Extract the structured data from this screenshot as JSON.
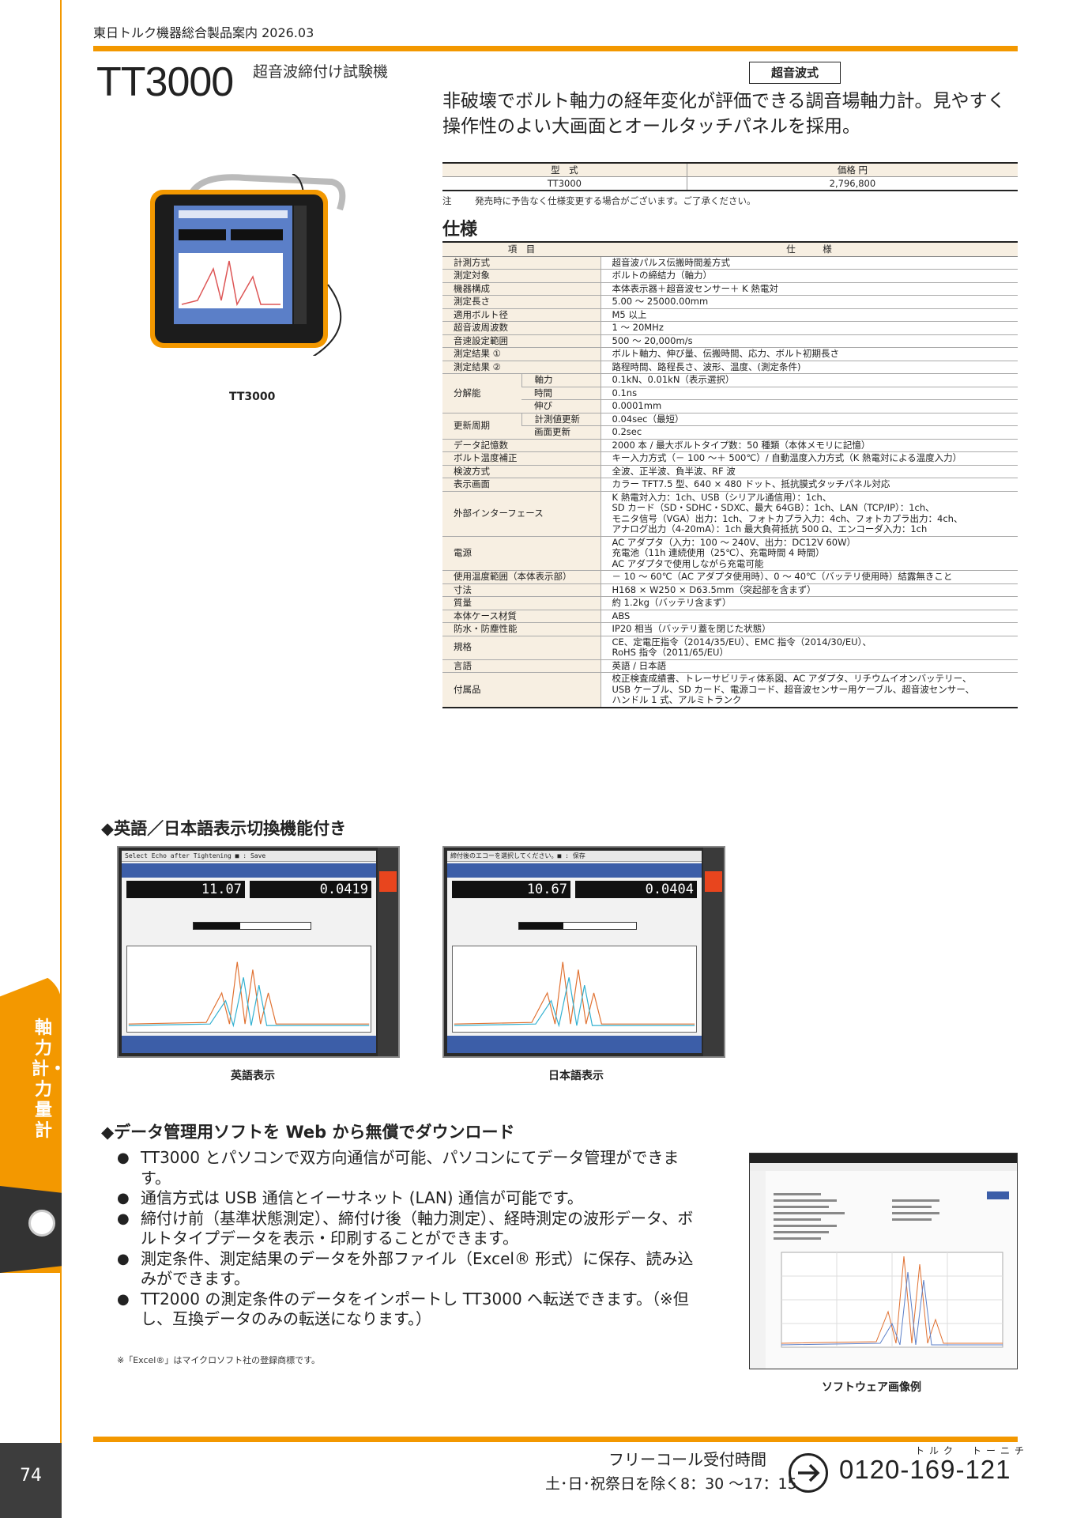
{
  "header": {
    "catalog": "東日トルク機器総合製品案内 2026.03"
  },
  "product": {
    "title": "TT3000",
    "subtitle": "超音波締付け試験機",
    "badge": "超音波式",
    "lead": "非破壊でボルト軸力の経年変化が評価できる調音場軸力計。見やすく操作性のよい大画面とオールタッチパネルを採用。",
    "image_label": "TT3000"
  },
  "price_table": {
    "headers": [
      "型　式",
      "価格 円"
    ],
    "rows": [
      [
        "TT3000",
        "2,796,800"
      ]
    ],
    "note_mark": "注",
    "note": "発売時に予告なく仕様変更する場合がございます。ご了承ください。"
  },
  "spec": {
    "title": "仕様",
    "headers": [
      "項　目",
      "仕　　　様"
    ],
    "rows": [
      {
        "k": "計測方式",
        "v": "超音波パルス伝搬時間差方式"
      },
      {
        "k": "測定対象",
        "v": "ボルトの締結力（軸力）"
      },
      {
        "k": "機器構成",
        "v": "本体表示器＋超音波センサー＋ K 熱電対"
      },
      {
        "k": "測定長さ",
        "v": "5.00 ～ 25000.00mm"
      },
      {
        "k": "適用ボルト径",
        "v": "M5 以上"
      },
      {
        "k": "超音波周波数",
        "v": "1 ～ 20MHz"
      },
      {
        "k": "音速設定範囲",
        "v": "500 ～ 20,000m/s"
      },
      {
        "k": "測定結果 ①",
        "v": "ボルト軸力、伸び量、伝搬時間、応力、ボルト初期長さ"
      },
      {
        "k": "測定結果 ②",
        "v": "路程時間、路程長さ、波形、温度、(測定条件)"
      }
    ],
    "group1": {
      "k": "分解能",
      "rows": [
        {
          "k": "軸力",
          "v": "0.1kN、0.01kN（表示選択）"
        },
        {
          "k": "時間",
          "v": "0.1ns"
        },
        {
          "k": "伸び",
          "v": "0.0001mm"
        }
      ]
    },
    "group2": {
      "k": "更新周期",
      "rows": [
        {
          "k": "計測値更新",
          "v": "0.04sec（最短）"
        },
        {
          "k": "画面更新",
          "v": "0.2sec"
        }
      ]
    },
    "rows2": [
      {
        "k": "データ記憶数",
        "v": "2000 本 / 最大ボルトタイプ数：50 種類（本体メモリに記憶）"
      },
      {
        "k": "ボルト温度補正",
        "v": "キー入力方式（－ 100 ～＋ 500℃）/ 自動温度入力方式（K 熱電対による温度入力）"
      },
      {
        "k": "検波方式",
        "v": "全波、正半波、負半波、RF 波"
      },
      {
        "k": "表示画面",
        "v": "カラー TFT7.5 型、640 × 480 ドット、抵抗膜式タッチパネル対応"
      }
    ],
    "ext": {
      "k": "外部インターフェース",
      "lines": [
        "K 熱電対入力：1ch、USB（シリアル通信用）：1ch、",
        "SD カード（SD・SDHC・SDXC、最大 64GB）：1ch、LAN（TCP/IP）：1ch、",
        "モニタ信号（VGA）出力：1ch、フォトカプラ入力：4ch、フォトカプラ出力：4ch、",
        "アナログ出力（4-20mA）：1ch 最大負荷抵抗 500 Ω、エンコーダ入力：1ch"
      ]
    },
    "power": {
      "k": "電源",
      "lines": [
        "AC アダプタ（入力：100 ～ 240V、出力：DC12V 60W）",
        "充電池（11h 連続使用（25℃）、充電時間 4 時間）",
        "AC アダプタで使用しながら充電可能"
      ]
    },
    "rows3": [
      {
        "k": "使用温度範囲（本体表示部）",
        "v": "－ 10 ～ 60℃（AC アダプタ使用時）、0 ～ 40℃（バッテリ使用時）結露無きこと"
      },
      {
        "k": "寸法",
        "v": "H168 × W250 × D63.5mm（突起部を含まず）"
      },
      {
        "k": "質量",
        "v": "約 1.2kg（バッテリ含まず）"
      },
      {
        "k": "本体ケース材質",
        "v": "ABS"
      },
      {
        "k": "防水・防塵性能",
        "v": "IP20 相当（バッテリ蓋を閉じた状態）"
      }
    ],
    "std": {
      "k": "規格",
      "lines": [
        "CE、定電圧指令（2014/35/EU）、EMC 指令（2014/30/EU）、",
        "RoHS 指令（2011/65/EU）"
      ]
    },
    "lang": {
      "k": "言語",
      "v": "英語 / 日本語"
    },
    "acc": {
      "k": "付属品",
      "lines": [
        "校正検査成績書、トレーサビリティ体系図、AC アダプタ、リチウムイオンバッテリー、",
        "USB ケーブル、SD カード、電源コード、超音波センサー用ケーブル、超音波センサー、",
        "ハンドル 1 式、アルミトランク"
      ]
    }
  },
  "section_lang": {
    "title": "◆英語／日本語表示切換機能付き",
    "en": {
      "caption": "英語表示",
      "bar": "Select Echo after Tightening  ■ : Save",
      "readout1": "11.07",
      "readout2": "0.0419"
    },
    "jp": {
      "caption": "日本語表示",
      "bar": "締付後のエコーを選択してください。■ : 保存",
      "readout1": "10.67",
      "readout2": "0.0404"
    }
  },
  "section_soft": {
    "title": "◆データ管理用ソフトを Web から無償でダウンロード",
    "bullets": [
      "TT3000 とパソコンで双方向通信が可能、パソコンにてデータ管理ができます。",
      "通信方式は USB 通信とイーサネット (LAN) 通信が可能です。",
      "締付け前（基準状態測定）、締付け後（軸力測定）、経時測定の波形データ、ボルトタイプデータを表示・印刷することができます。",
      "測定条件、測定結果のデータを外部ファイル（Excel® 形式）に保存、読み込みができます。",
      "TT2000 の測定条件のデータをインポートし TT3000 へ転送できます。（※但し、互換データのみの転送になります。）"
    ],
    "note": "※「Excel®」はマイクロソフト社の登録商標です。",
    "image_caption": "ソフトウェア画像例"
  },
  "side": {
    "tab": "軸力計・力量計",
    "page": "74"
  },
  "footer": {
    "line1": "フリーコール受付時間",
    "line2": "土･日･祝祭日を除く8：30 ～17：15",
    "kana": "トルク　トーニチ",
    "phone": "0120-169-121"
  },
  "colors": {
    "accent": "#f39800",
    "table_head": "#f7efe2"
  }
}
